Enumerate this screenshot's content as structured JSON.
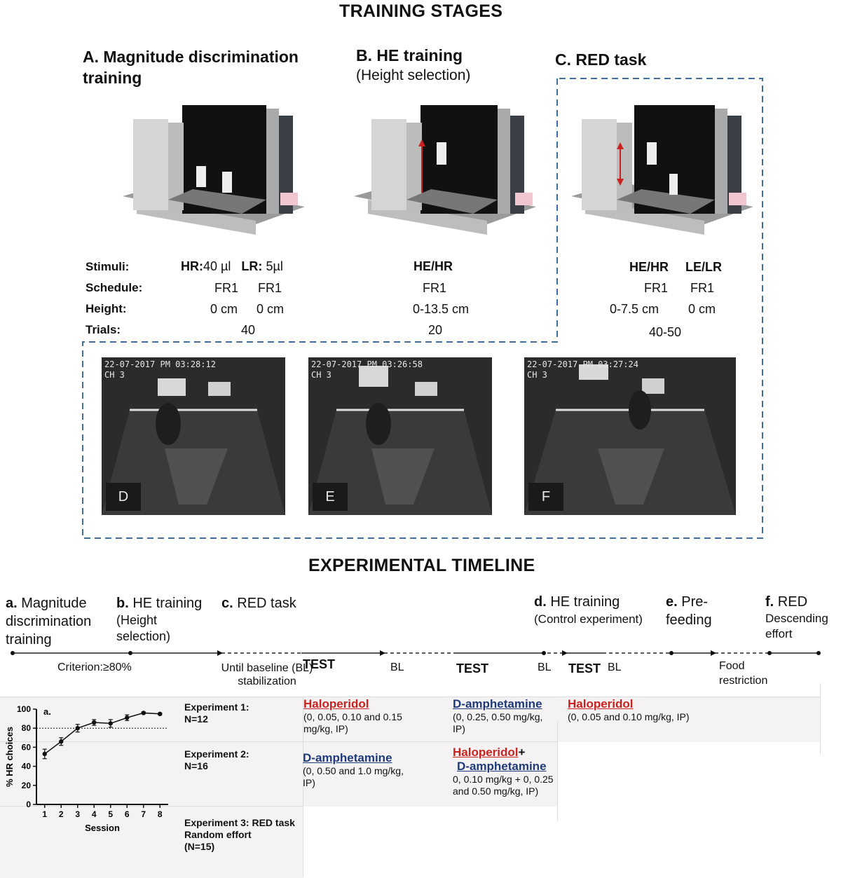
{
  "training_title": "TRAINING STAGES",
  "stages": [
    {
      "title": "A. Magnitude discrimination training",
      "subtitle": ""
    },
    {
      "title": "B. HE training",
      "subtitle": "(Height selection)"
    },
    {
      "title": "C. RED task",
      "subtitle": ""
    }
  ],
  "row_labels": {
    "stimuli": "Stimuli:",
    "schedule": "Schedule:",
    "height": "Height:",
    "trials": "Trials:"
  },
  "stage_a": {
    "stim1_key": "HR:",
    "stim1_val": "40 µl",
    "stim2_key": "LR:",
    "stim2_val": "5µl",
    "schedule1": "FR1",
    "schedule2": "FR1",
    "height1": "0 cm",
    "height2": "0 cm",
    "trials": "40"
  },
  "stage_b": {
    "stimuli": "HE/HR",
    "schedule": "FR1",
    "height": "0-13.5 cm",
    "trials": "20"
  },
  "stage_c": {
    "stim1": "HE/HR",
    "stim2": "LE/LR",
    "schedule1": "FR1",
    "schedule2": "FR1",
    "height1": "0-7.5 cm",
    "height2": "0 cm",
    "trials": "40-50"
  },
  "photos": [
    {
      "stamp": "22-07-2017 PM 03:28:12",
      "channel": "CH 3",
      "letter": "D"
    },
    {
      "stamp": "22-07-2017 PM 03:26:58",
      "channel": "CH 3",
      "letter": "E"
    },
    {
      "stamp": "22-07-2017 PM 03:27:24",
      "channel": "CH 3",
      "letter": "F"
    }
  ],
  "timeline_title": "EXPERIMENTAL TIMELINE",
  "timeline_steps": [
    {
      "key": "a.",
      "text": "Magnitude discrimination training"
    },
    {
      "key": "b.",
      "text": "HE training",
      "sub": "(Height selection)"
    },
    {
      "key": "c.",
      "text": "RED task"
    },
    {
      "key": "d.",
      "text": "HE training",
      "sub": "(Control experiment)"
    },
    {
      "key": "e.",
      "text": "Pre-feeding"
    },
    {
      "key": "f.",
      "text": "RED",
      "sub": "Descending effort"
    }
  ],
  "timeline_labels": {
    "criterion": "Criterion:≥80%",
    "until_baseline": "Until baseline (BL) stabilization",
    "test1": "TEST",
    "bl1": "BL",
    "test2": "TEST",
    "bl2": "BL",
    "test3": "TEST",
    "bl3": "BL",
    "food": "Food restriction"
  },
  "experiments": [
    {
      "label": "Experiment 1:",
      "n": "N=12"
    },
    {
      "label": "Experiment 2:",
      "n": "N=16"
    },
    {
      "label": "Experiment 3: RED task",
      "n": "Random effort",
      "n2": "(N=15)"
    }
  ],
  "exp1_drugs": [
    {
      "name": "Haloperidol",
      "dose": "(0, 0.05, 0.10 and 0.15 mg/kg, IP)"
    },
    {
      "name": "D-amphetamine",
      "dose": "(0, 0.25, 0.50 mg/kg, IP)"
    },
    {
      "name": "Haloperidol",
      "dose": "(0, 0.05 and 0.10 mg/kg, IP)"
    }
  ],
  "exp2_drugs": [
    {
      "name": "D-amphetamine",
      "dose": "(0, 0.50 and 1.0 mg/kg, IP)"
    },
    {
      "name1": "Haloperidol",
      "plus": "+",
      "name2": "D-amphetamine",
      "dose": "0, 0.10 mg/kg + 0, 0.25 and 0.50 mg/kg, IP)"
    }
  ],
  "chart_data": {
    "type": "line",
    "panel_label": "a.",
    "xlabel": "Session",
    "ylabel": "% HR choices",
    "x": [
      1,
      2,
      3,
      4,
      5,
      6,
      7,
      8
    ],
    "y": [
      53,
      66,
      80,
      86,
      85,
      91,
      96,
      95
    ],
    "yerr": [
      5,
      4,
      4,
      3,
      4,
      3,
      1,
      1
    ],
    "ylim": [
      0,
      100
    ],
    "yticks": [
      0,
      20,
      40,
      60,
      80,
      100
    ],
    "reference_line": 80,
    "grid": false
  }
}
